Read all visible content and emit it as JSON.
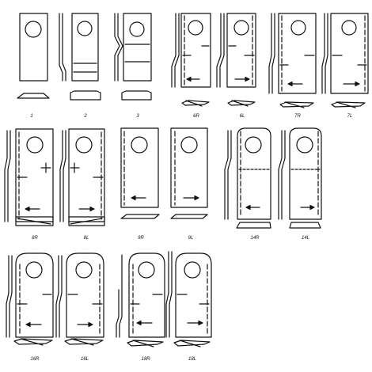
{
  "labels": {
    "b1": "1",
    "b2": "2",
    "b3": "3",
    "b6R": "6R",
    "b6L": "6L",
    "b7R": "7R",
    "b7L": "7L",
    "b8R": "8R",
    "b8L": "8L",
    "b9R": "9R",
    "b9L": "9L",
    "b14R": "14R",
    "b14L": "14L",
    "b16R": "16R",
    "b16L": "16L",
    "b18R": "18R",
    "b18L": "18L"
  }
}
